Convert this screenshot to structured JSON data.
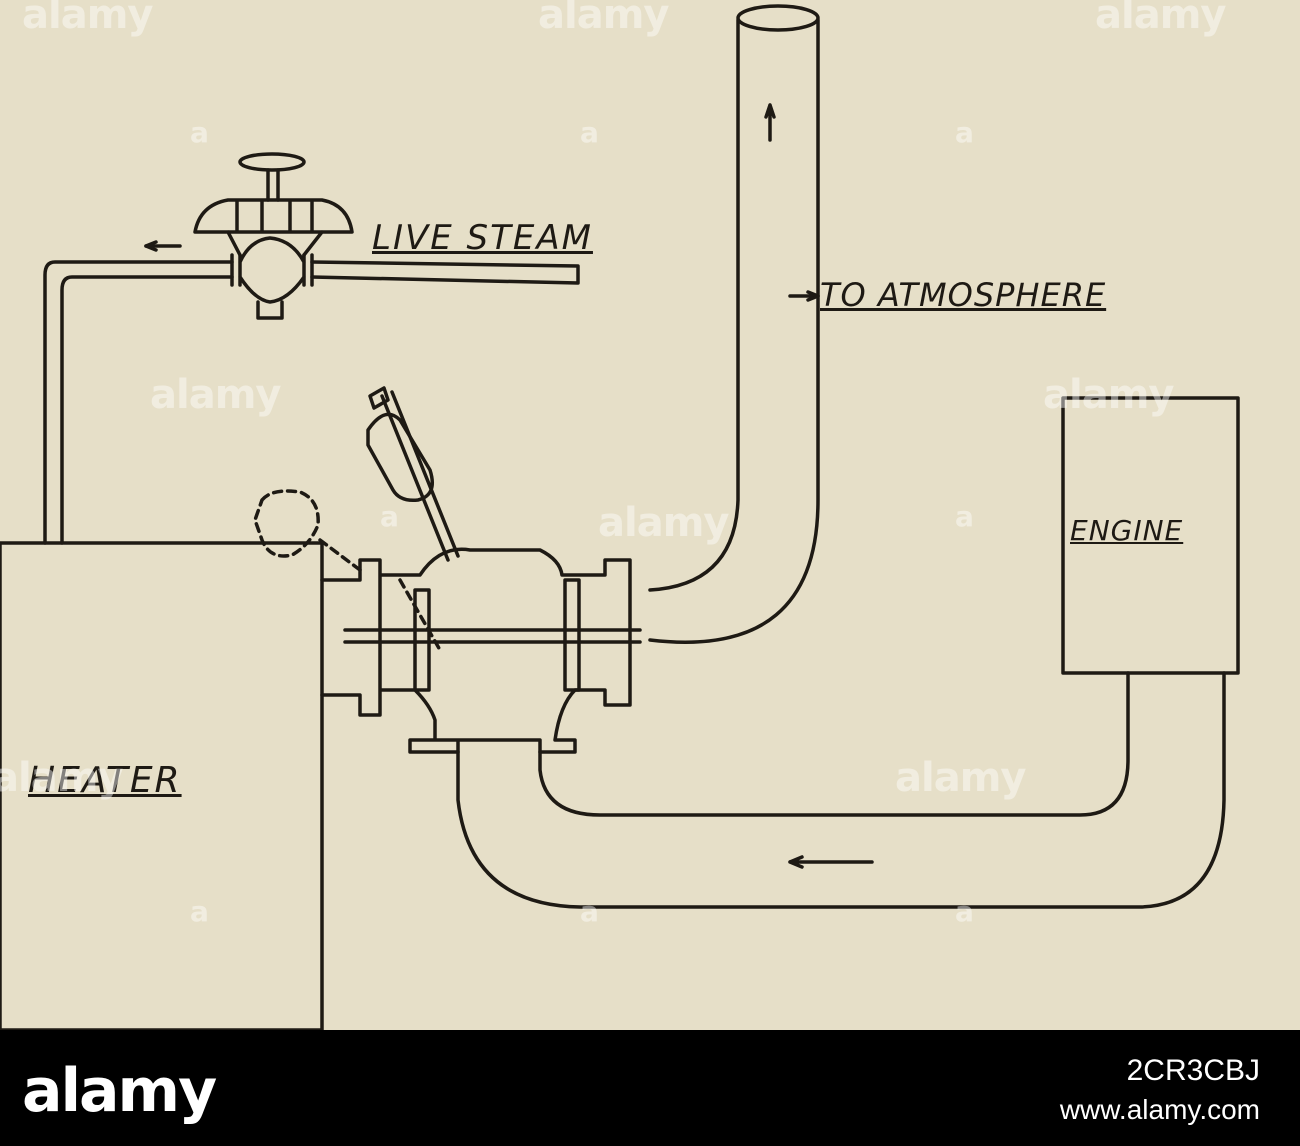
{
  "diagram": {
    "labels": {
      "live_steam": "LIVE STEAM",
      "to_atmosphere": "TO ATMOSPHERE",
      "engine": "ENGINE",
      "heater": "HEATER"
    },
    "colors": {
      "paper": "#e6dfc8",
      "ink": "#1e1a14"
    }
  },
  "watermark": {
    "text": "alamy",
    "letter": "a"
  },
  "footer": {
    "brand": "alamy",
    "image_id": "2CR3CBJ",
    "site": "www.alamy.com"
  }
}
